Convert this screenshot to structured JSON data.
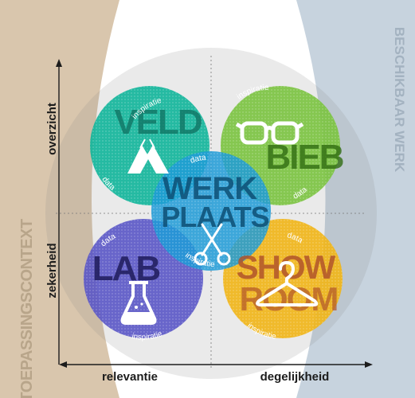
{
  "colors": {
    "left_band": "#d9c6ad",
    "right_band": "#c7d3de",
    "field": "#f4f1ec",
    "veld": "#14b59b",
    "bieb": "#7cc342",
    "werkplaats": "#1e9bd7",
    "lab": "#5a57c7",
    "showroom": "#f0b51a",
    "text_dark": "#1c1c1c"
  },
  "bands": {
    "left_label": "TOEPASSINGSCONTEXT",
    "right_label": "BESCHIKBAAR WERK"
  },
  "axes": {
    "y_top": "overzicht",
    "y_bottom": "zekerheid",
    "x_left": "relevantie",
    "x_right": "degelijkheid"
  },
  "circles": {
    "veld": {
      "title": "VELD",
      "arc_top": "inspiratie",
      "arc_bottom": "data",
      "icon": "tent-icon"
    },
    "bieb": {
      "title": "BIEB",
      "arc_top": "inspiratie",
      "arc_bottom": "data",
      "icon": "glasses-icon"
    },
    "werkplaats": {
      "title_line1": "WERK",
      "title_line2": "PLAATS",
      "arc_top": "data",
      "arc_bottom": "inspiratie",
      "icon": "scissors-icon"
    },
    "lab": {
      "title": "LAB",
      "arc_top": "data",
      "arc_bottom": "inspiratie",
      "icon": "flask-icon"
    },
    "showroom": {
      "title_line1": "SHOW",
      "title_line2": "ROOM",
      "arc_top": "data",
      "arc_bottom": "inspiratie",
      "icon": "hanger-icon"
    }
  }
}
